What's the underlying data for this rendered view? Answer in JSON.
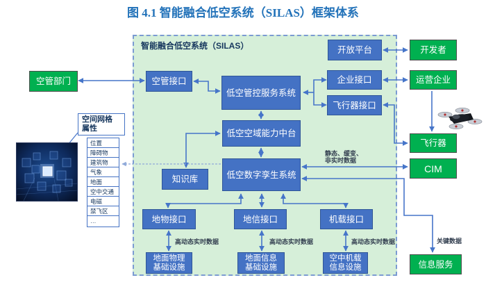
{
  "title": "图 4.1 智能融合低空系统（SILAS）框架体系",
  "system": {
    "label": "智能融合低空系统（SILAS）"
  },
  "nodes": {
    "atc_dept": "空管部门",
    "atc_interface": "空管接口",
    "control_service": "低空管控服务系统",
    "capability_platform": "低空空域能力中台",
    "digital_twin": "低空数字孪生系统",
    "knowledge_base": "知识库",
    "open_platform": "开放平台",
    "enterprise_interface": "企业接口",
    "aircraft_interface": "飞行器接口",
    "developer": "开发者",
    "operator": "运营企业",
    "aircraft": "飞行器",
    "cim": "CIM",
    "info_service": "信息服务",
    "ground_object_interface": "地物接口",
    "geo_info_interface": "地信接口",
    "onboard_interface": "机载接口",
    "ground_physical_infra": "地面物理\n基础设施",
    "ground_info_infra": "地面信息\n基础设施",
    "airborne_info_infra": "空中机载\n信息设施"
  },
  "grid_panel": {
    "label": "空间网格\n属性",
    "items": [
      "位置",
      "障碍物",
      "建筑物",
      "气象",
      "地面",
      "空中交通",
      "电磁",
      "禁飞区",
      "…"
    ]
  },
  "edge_labels": {
    "static_slow_data": "静态、缓变、\n非实时数据",
    "key_data": "关键数据",
    "high_dynamic_1": "高动态实时数据",
    "high_dynamic_2": "高动态实时数据",
    "high_dynamic_3": "高动态实时数据"
  },
  "colors": {
    "title": "#2272b9",
    "container_bg": "#d6efd9",
    "container_border": "#7b9bd2",
    "box_blue": "#4472c4",
    "box_blue_border": "#2f5597",
    "box_green": "#00b050",
    "arrow": "#4675c9",
    "label_text": "#333f50"
  }
}
